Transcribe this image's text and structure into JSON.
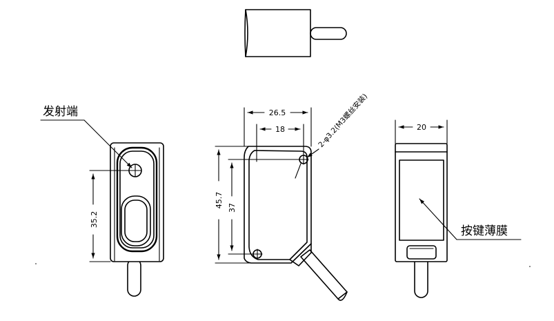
{
  "labels": {
    "emitter": "发射端",
    "keypad_membrane": "按键薄膜",
    "mounting_holes": "2-φ3.2(M3螺丝安装)"
  },
  "dimensions": {
    "front_width": "26.5",
    "front_hole_spacing": "18",
    "front_height": "45.7",
    "front_inner_height": "37",
    "emitter_height": "35.2",
    "side_width": "20"
  }
}
